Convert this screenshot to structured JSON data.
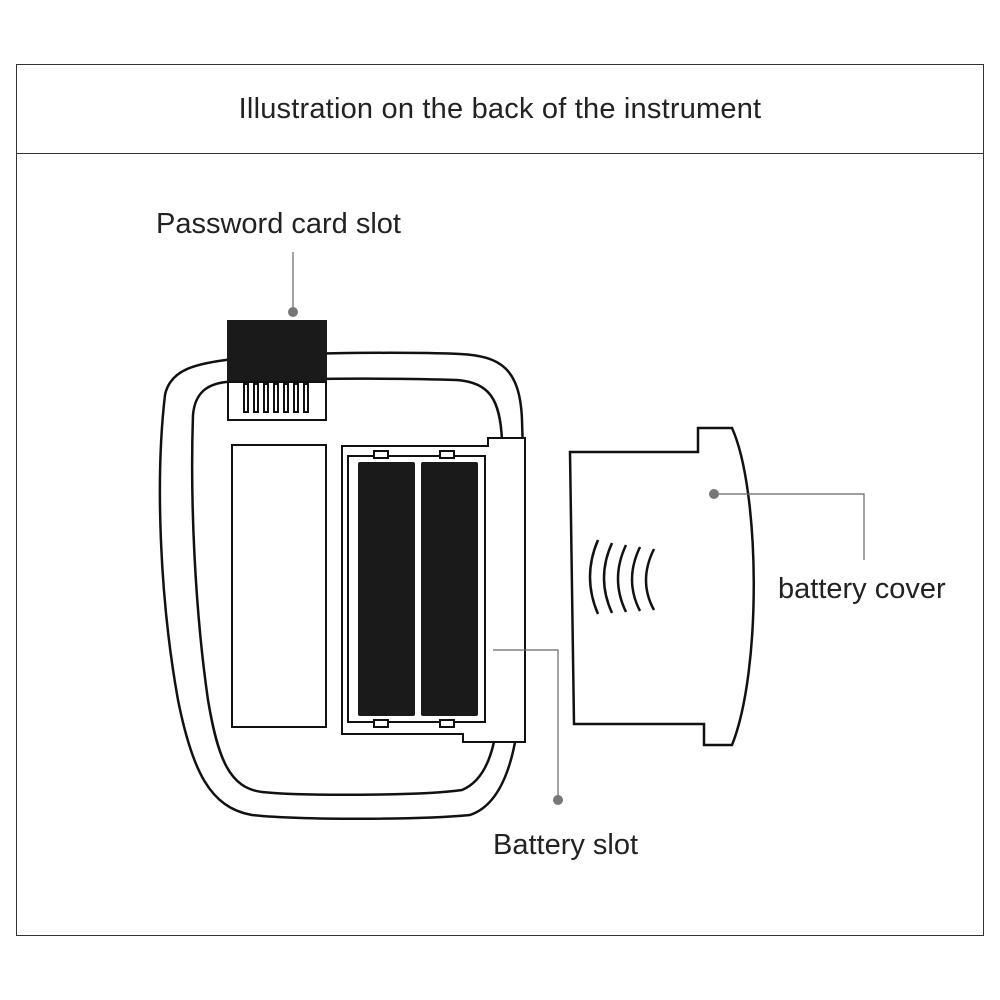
{
  "header": {
    "title": "Illustration on the back of the instrument"
  },
  "labels": {
    "password_card_slot": "Password card slot",
    "battery_cover": "battery cover",
    "battery_slot": "Battery slot"
  },
  "colors": {
    "outline": "#111111",
    "leader": "#666666",
    "fill_dark": "#1a1a1a",
    "dot": "#777777"
  }
}
